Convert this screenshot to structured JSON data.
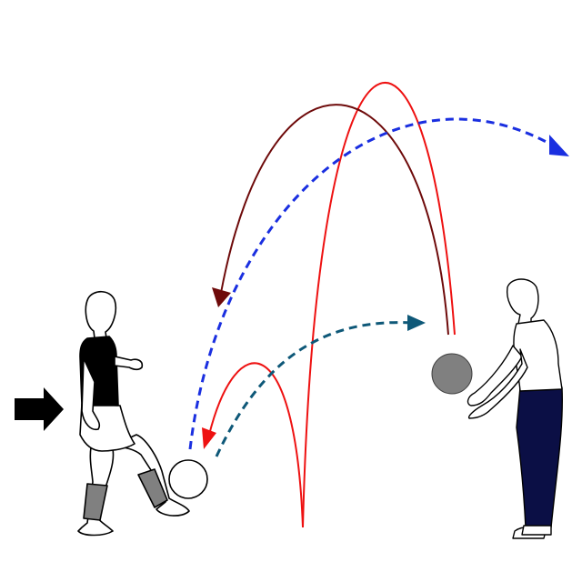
{
  "scene": {
    "background": "#ffffff",
    "colors": {
      "direction_arrow": "#000000",
      "trajectory_red": "#ee1111",
      "trajectory_dark_red": "#6e0a0a",
      "trajectory_blue_dashed": "#1a2fe0",
      "trajectory_teal_dashed": "#0e5878",
      "thrown_ball": "#808080",
      "kicked_ball": "#ffffff",
      "player_shirt": "#000000",
      "player_socks": "#808080",
      "thrower_pants": "#0b0f45"
    },
    "elements": [
      {
        "id": "direction-arrow",
        "icon": "right-arrow-icon"
      },
      {
        "id": "kicking-player",
        "icon": "soccer-player-figure"
      },
      {
        "id": "throwing-coach",
        "icon": "standing-person-figure"
      },
      {
        "id": "kicked-ball",
        "icon": "ball-icon"
      },
      {
        "id": "thrown-ball",
        "icon": "ball-icon"
      }
    ]
  }
}
